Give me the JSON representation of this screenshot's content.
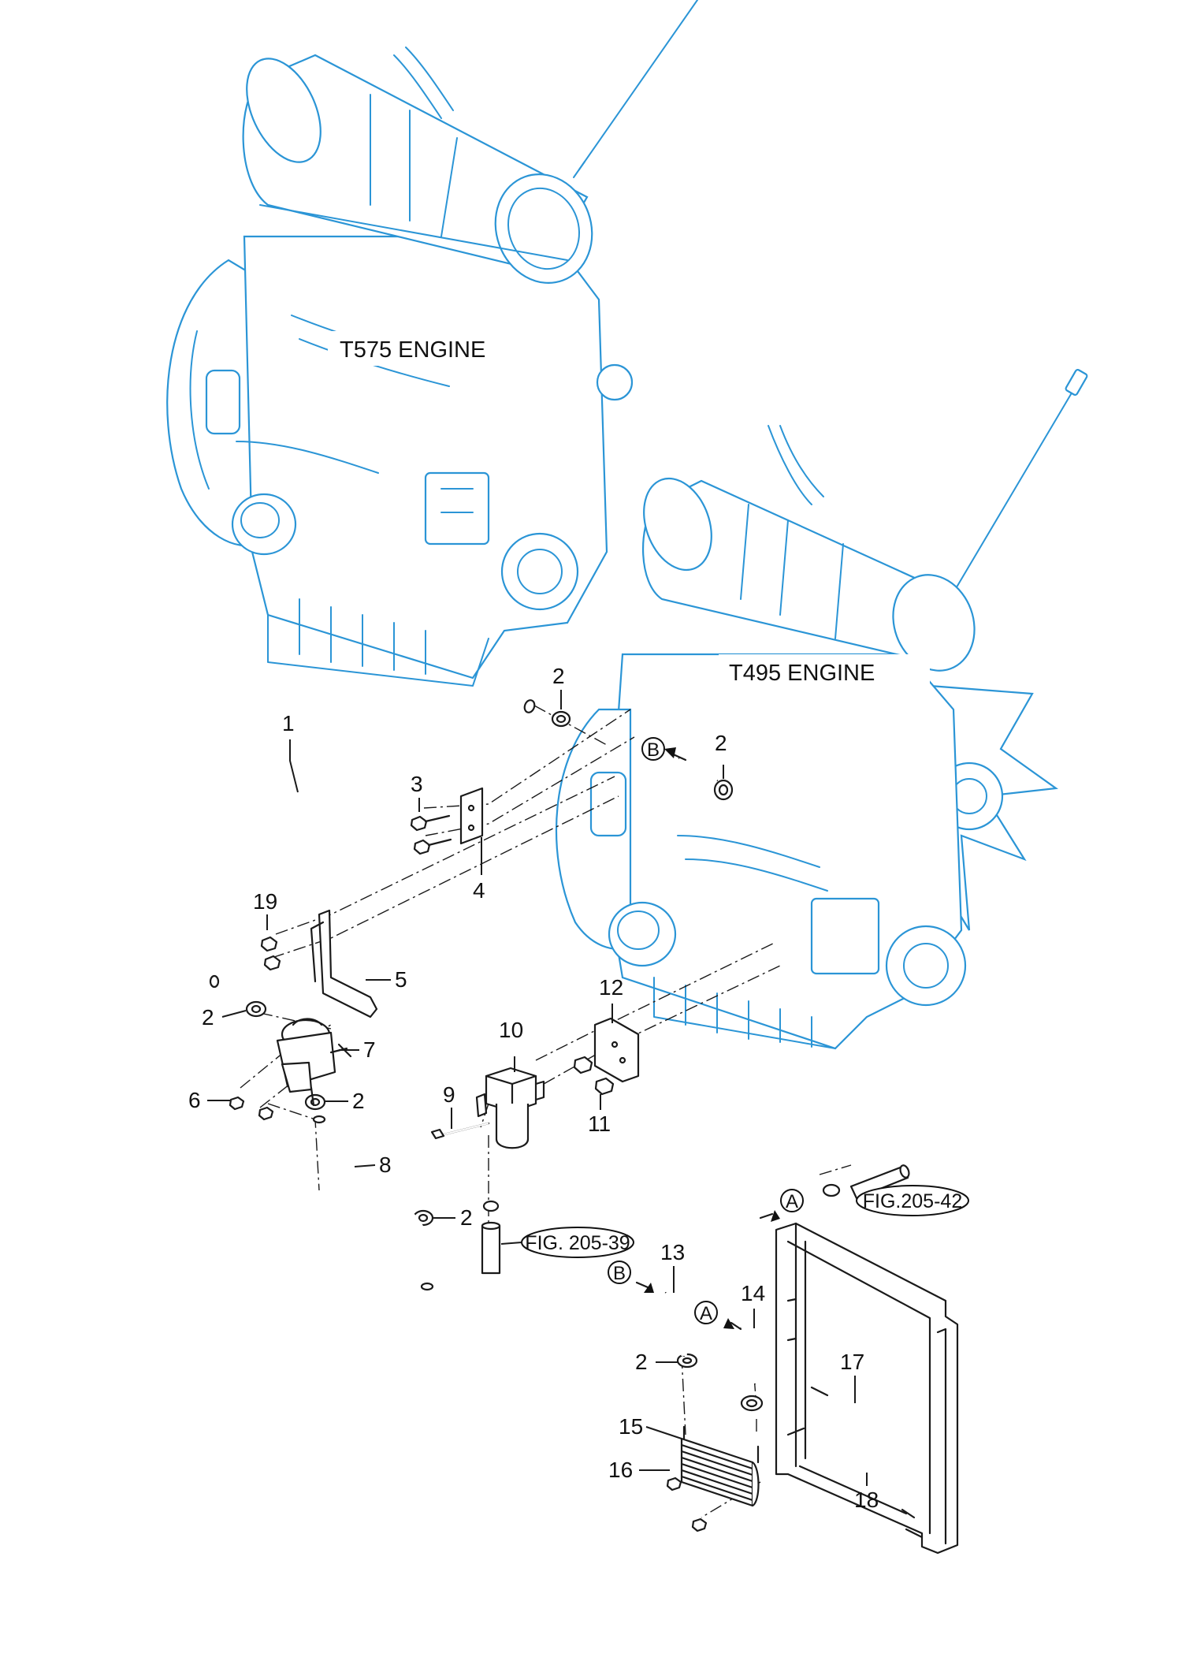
{
  "engines": [
    {
      "label": "T575 ENGINE"
    },
    {
      "label": "T495 ENGINE"
    }
  ],
  "references": [
    {
      "label": "FIG.205-42"
    },
    {
      "label": "FIG. 205-39"
    }
  ],
  "connectors": [
    "A",
    "B"
  ],
  "callouts": [
    "1",
    "2",
    "3",
    "4",
    "19",
    "5",
    "2",
    "7",
    "6",
    "2",
    "8",
    "2",
    "10",
    "12",
    "9",
    "11",
    "13",
    "14",
    "2",
    "15",
    "16",
    "17",
    "18",
    "2"
  ],
  "colors": {
    "engine_outline": "#2b95d6",
    "parts_outline": "#1a1a1a"
  }
}
